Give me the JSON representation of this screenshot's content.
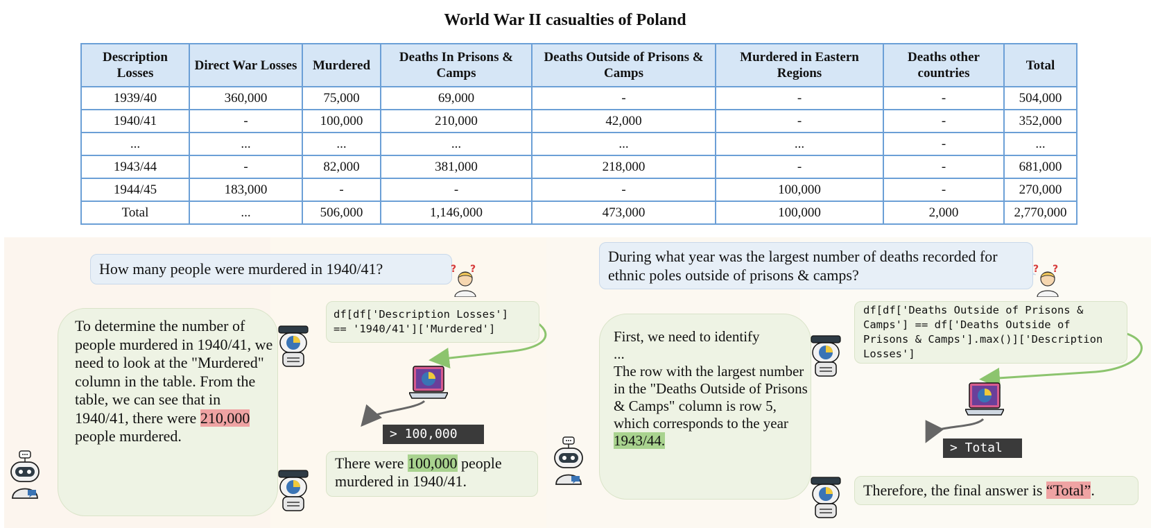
{
  "title": "World War II casualties of Poland",
  "table": {
    "headers": [
      "Description Losses",
      "Direct War Losses",
      "Murdered",
      "Deaths In Prisons & Camps",
      "Deaths Outside of Prisons & Camps",
      "Murdered in Eastern Regions",
      "Deaths other countries",
      "Total"
    ],
    "rows": [
      [
        "1939/40",
        "360,000",
        "75,000",
        "69,000",
        "-",
        "-",
        "-",
        "504,000"
      ],
      [
        "1940/41",
        "-",
        "100,000",
        "210,000",
        "42,000",
        "-",
        "-",
        "352,000"
      ],
      [
        "...",
        "...",
        "...",
        "...",
        "...",
        "...",
        "-",
        "..."
      ],
      [
        "1943/44",
        "-",
        "82,000",
        "381,000",
        "218,000",
        "-",
        "-",
        "681,000"
      ],
      [
        "1944/45",
        "183,000",
        "-",
        "-",
        "-",
        "100,000",
        "-",
        "270,000"
      ],
      [
        "Total",
        "...",
        "506,000",
        "1,146,000",
        "473,000",
        "100,000",
        "2,000",
        "2,770,000"
      ]
    ]
  },
  "example1": {
    "question": "How many people were murdered in 1940/41?",
    "reasoning": {
      "before": "To determine the number of people murdered in 1940/41, we need to look at the \"Murdered\" column in the table. From the table, we can see that in 1940/41, there were ",
      "highlight": "210,000",
      "after": " people murdered."
    },
    "code": "df[df['Description Losses']\n== '1940/41']['Murdered']",
    "output": "> 100,000",
    "answer": {
      "before": "There were ",
      "highlight": "100,000",
      "after": " people murdered in 1940/41."
    }
  },
  "example2": {
    "question": "During what year was the largest number of deaths recorded for ethnic poles outside of prisons & camps?",
    "reasoning": {
      "line1": "First, we need to identify",
      "line2": "...",
      "before": " The row with the largest number in the \"Deaths Outside of Prisons & Camps\" column is row 5, which corresponds to the year ",
      "highlight": "1943/44.",
      "after": ""
    },
    "code": "df[df['Deaths Outside of Prisons &\nCamps'] == df['Deaths Outside of\nPrisons & Camps'].max()]['Description\nLosses']",
    "output": "> Total",
    "answer": {
      "before": "Therefore, the final answer is ",
      "highlight": "“Total”",
      "after": "."
    }
  },
  "icons": [
    "thinking-person-icon",
    "python-robot-icon",
    "python-laptop-icon",
    "chat-robot-icon"
  ],
  "colors": {
    "table_border": "#6b9fd6",
    "table_header_bg": "#d6e6f6",
    "bubble_green": "#eef3e4",
    "bubble_blue": "#e7eff7",
    "highlight_green": "#a9d38f",
    "highlight_red": "#efa3a3",
    "connector_green": "#8cc46e",
    "connector_gray": "#666666",
    "output_bg": "#3a3a3a"
  }
}
